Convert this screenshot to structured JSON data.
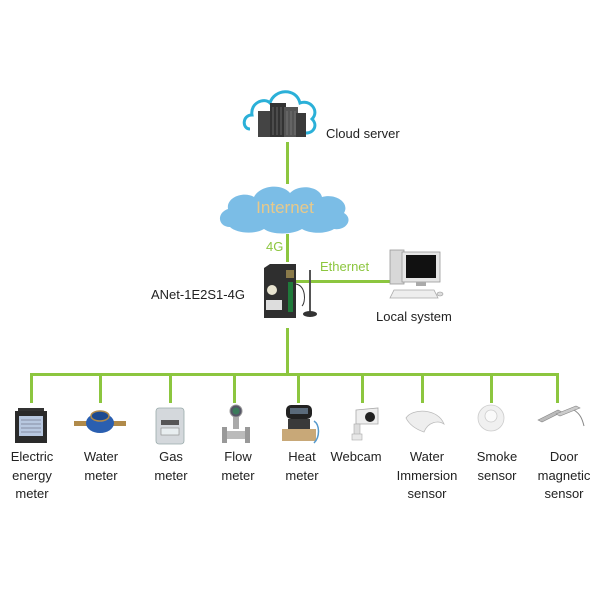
{
  "colors": {
    "connector": "#8cc63f",
    "internet_cloud": "#6fb7e3",
    "internet_text": "#e8c98a",
    "cloud_outline": "#2bb0d8"
  },
  "nodes": {
    "cloud_server": {
      "label": "Cloud server",
      "icon": "cloud-server-icon"
    },
    "internet": {
      "label": "Internet",
      "icon": "internet-cloud-icon"
    },
    "gateway": {
      "label": "ANet-1E2S1-4G",
      "icon": "gateway-device-icon"
    },
    "local_system": {
      "label": "Local system",
      "icon": "desktop-computer-icon"
    }
  },
  "links": {
    "uplink": "4G",
    "lan": "Ethernet"
  },
  "devices": [
    {
      "lines": [
        "Electric",
        "energy",
        "meter"
      ],
      "icon": "electric-meter-icon"
    },
    {
      "lines": [
        "Water",
        "meter"
      ],
      "icon": "water-meter-icon"
    },
    {
      "lines": [
        "Gas",
        "meter"
      ],
      "icon": "gas-meter-icon"
    },
    {
      "lines": [
        "Flow",
        "meter"
      ],
      "icon": "flow-meter-icon"
    },
    {
      "lines": [
        "Heat",
        "meter"
      ],
      "icon": "heat-meter-icon"
    },
    {
      "lines": [
        "Webcam"
      ],
      "icon": "webcam-icon"
    },
    {
      "lines": [
        "Water",
        "Immersion",
        "sensor"
      ],
      "icon": "water-immersion-sensor-icon"
    },
    {
      "lines": [
        "Smoke",
        "sensor"
      ],
      "icon": "smoke-sensor-icon"
    },
    {
      "lines": [
        "Door",
        "magnetic",
        "sensor"
      ],
      "icon": "door-magnetic-sensor-icon"
    }
  ]
}
